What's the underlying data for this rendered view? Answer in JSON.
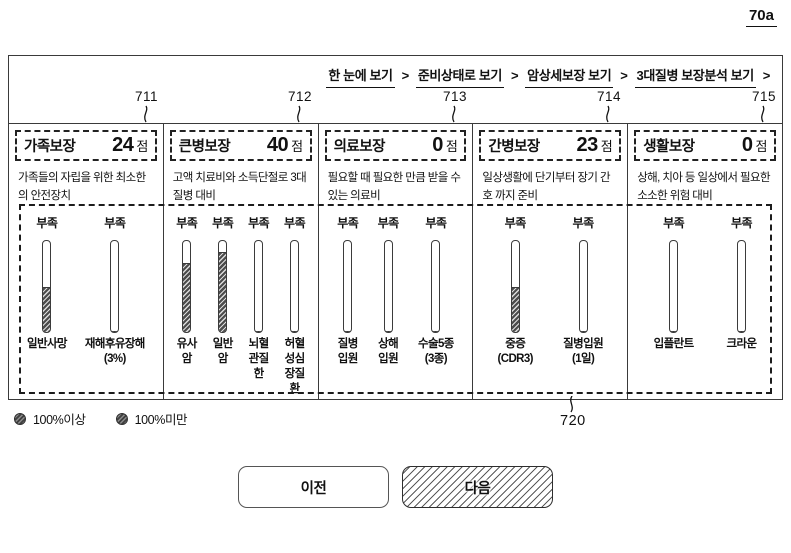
{
  "figure": {
    "label": "70a",
    "chart_area_ref": "720"
  },
  "nav": {
    "separator": ">",
    "items": [
      {
        "label": "한 눈에 보기"
      },
      {
        "label": "준비상태로 보기"
      },
      {
        "label": "암상세보장 보기"
      },
      {
        "label": "3대질병 보장분석 보기"
      }
    ]
  },
  "ref_numbers": [
    "711",
    "712",
    "713",
    "714",
    "715"
  ],
  "panels": [
    {
      "ref": "711",
      "title": "가족보장",
      "score": "24",
      "unit": "점",
      "description": "가족들의 자립을 위한 최소한의 안전장치",
      "bars": [
        {
          "status": "부족",
          "label": "일반사망",
          "fill_pct": 50
        },
        {
          "status": "부족",
          "label": "재해후유장해\n(3%)",
          "fill_pct": 0
        }
      ]
    },
    {
      "ref": "712",
      "title": "큰병보장",
      "score": "40",
      "unit": "점",
      "description": "고액 치료비와 소득단절로 3대 질병 대비",
      "bars": [
        {
          "status": "부족",
          "label": "유사\n암",
          "fill_pct": 76
        },
        {
          "status": "부족",
          "label": "일반\n암",
          "fill_pct": 88
        },
        {
          "status": "부족",
          "label": "뇌혈\n관질\n한",
          "fill_pct": 0
        },
        {
          "status": "부족",
          "label": "허혈\n성심\n장질\n환",
          "fill_pct": 0
        }
      ]
    },
    {
      "ref": "713",
      "title": "의료보장",
      "score": "0",
      "unit": "점",
      "description": "필요할 때 필요한 만큼 받을 수 있는 의료비",
      "bars": [
        {
          "status": "부족",
          "label": "질병\n입원",
          "fill_pct": 0
        },
        {
          "status": "부족",
          "label": "상해\n입원",
          "fill_pct": 0
        },
        {
          "status": "부족",
          "label": "수술5종\n(3종)",
          "fill_pct": 0
        }
      ]
    },
    {
      "ref": "714",
      "title": "간병보장",
      "score": "23",
      "unit": "점",
      "description": "일상생활에 단기부터 장기 간호 까지 준비",
      "bars": [
        {
          "status": "부족",
          "label": "중증\n(CDR3)",
          "fill_pct": 49
        },
        {
          "status": "부족",
          "label": "질병입원\n(1일)",
          "fill_pct": 0
        }
      ]
    },
    {
      "ref": "715",
      "title": "생활보장",
      "score": "0",
      "unit": "점",
      "description": "상해, 치아 등 일상에서 필요한 소소한 위험 대비",
      "bars": [
        {
          "status": "부족",
          "label": "입플란트",
          "fill_pct": 0
        },
        {
          "status": "부족",
          "label": "크라운",
          "fill_pct": 0
        }
      ]
    }
  ],
  "legend": {
    "items": [
      {
        "marker": "hatched-circle",
        "label": "100%이상"
      },
      {
        "marker": "hatched-circle",
        "label": "100%미만"
      }
    ]
  },
  "buttons": {
    "prev": "이전",
    "next": "다음"
  }
}
